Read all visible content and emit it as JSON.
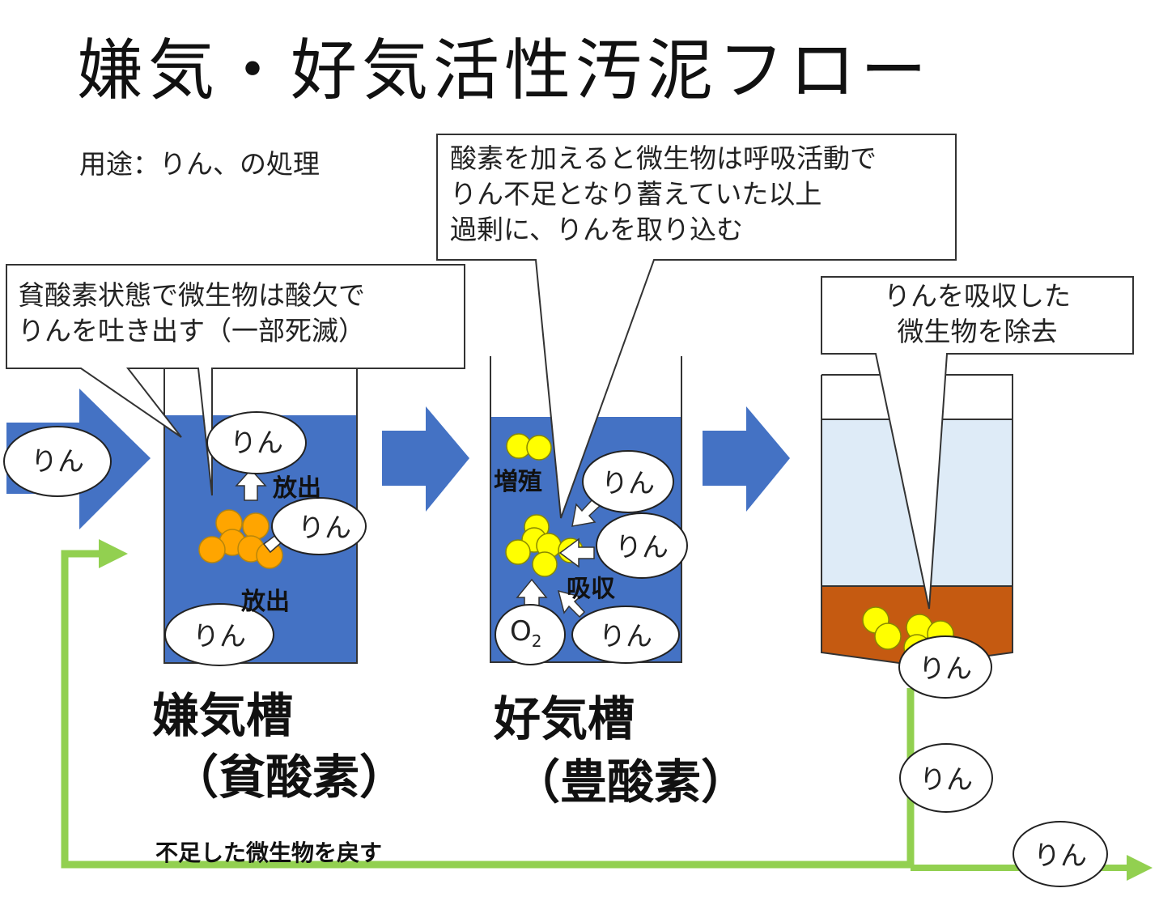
{
  "title": "嫌気・好気活性汚泥フロー",
  "subtitle": "用途：りん、の処理",
  "callouts": {
    "anaerobic": [
      "貧酸素状態で微生物は酸欠で",
      "りんを吐き出す（一部死滅）"
    ],
    "aerobic": [
      "酸素を加えると微生物は呼吸活動で",
      "りん不足となり蓄えていた以上",
      "過剰に、りんを取り込む"
    ],
    "settler": [
      "りんを吸収した",
      "微生物を除去"
    ]
  },
  "tanks": {
    "anaerobic": {
      "name": "嫌気槽",
      "note": "（貧酸素）"
    },
    "aerobic": {
      "name": "好気槽",
      "note": "（豊酸素）"
    }
  },
  "labels": {
    "phosphorus": "りん",
    "release": "放出",
    "absorb": "吸収",
    "growth": "増殖",
    "oxygen": "O",
    "oxygen_sub": "2",
    "return_flow": "不足した微生物を戻す"
  },
  "colors": {
    "water": "#4472C4",
    "arrow": "#4472C4",
    "return_line": "#92D050",
    "microbe_orange": "#FFA500",
    "microbe_yellow": "#FFFF00",
    "sludge": "#C55A11",
    "clear_water": "#DEEBF7"
  }
}
